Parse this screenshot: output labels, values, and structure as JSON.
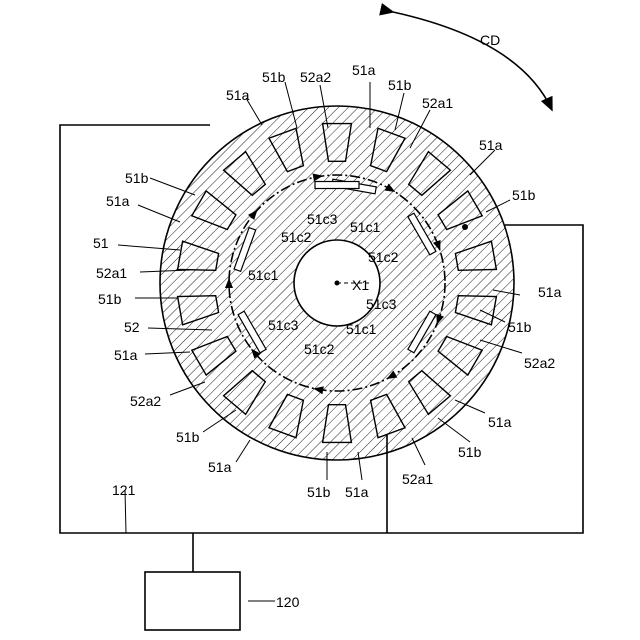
{
  "labels": {
    "cd": "CD",
    "x1": "X1",
    "ref_120": "120",
    "ref_121": "121",
    "ref_51": "51",
    "ref_52": "52",
    "ref_51a": "51a",
    "ref_51b": "51b",
    "ref_52a1": "52a1",
    "ref_52a2": "52a2",
    "ref_51c1": "51c1",
    "ref_51c2": "51c2",
    "ref_51c3": "51c3"
  }
}
